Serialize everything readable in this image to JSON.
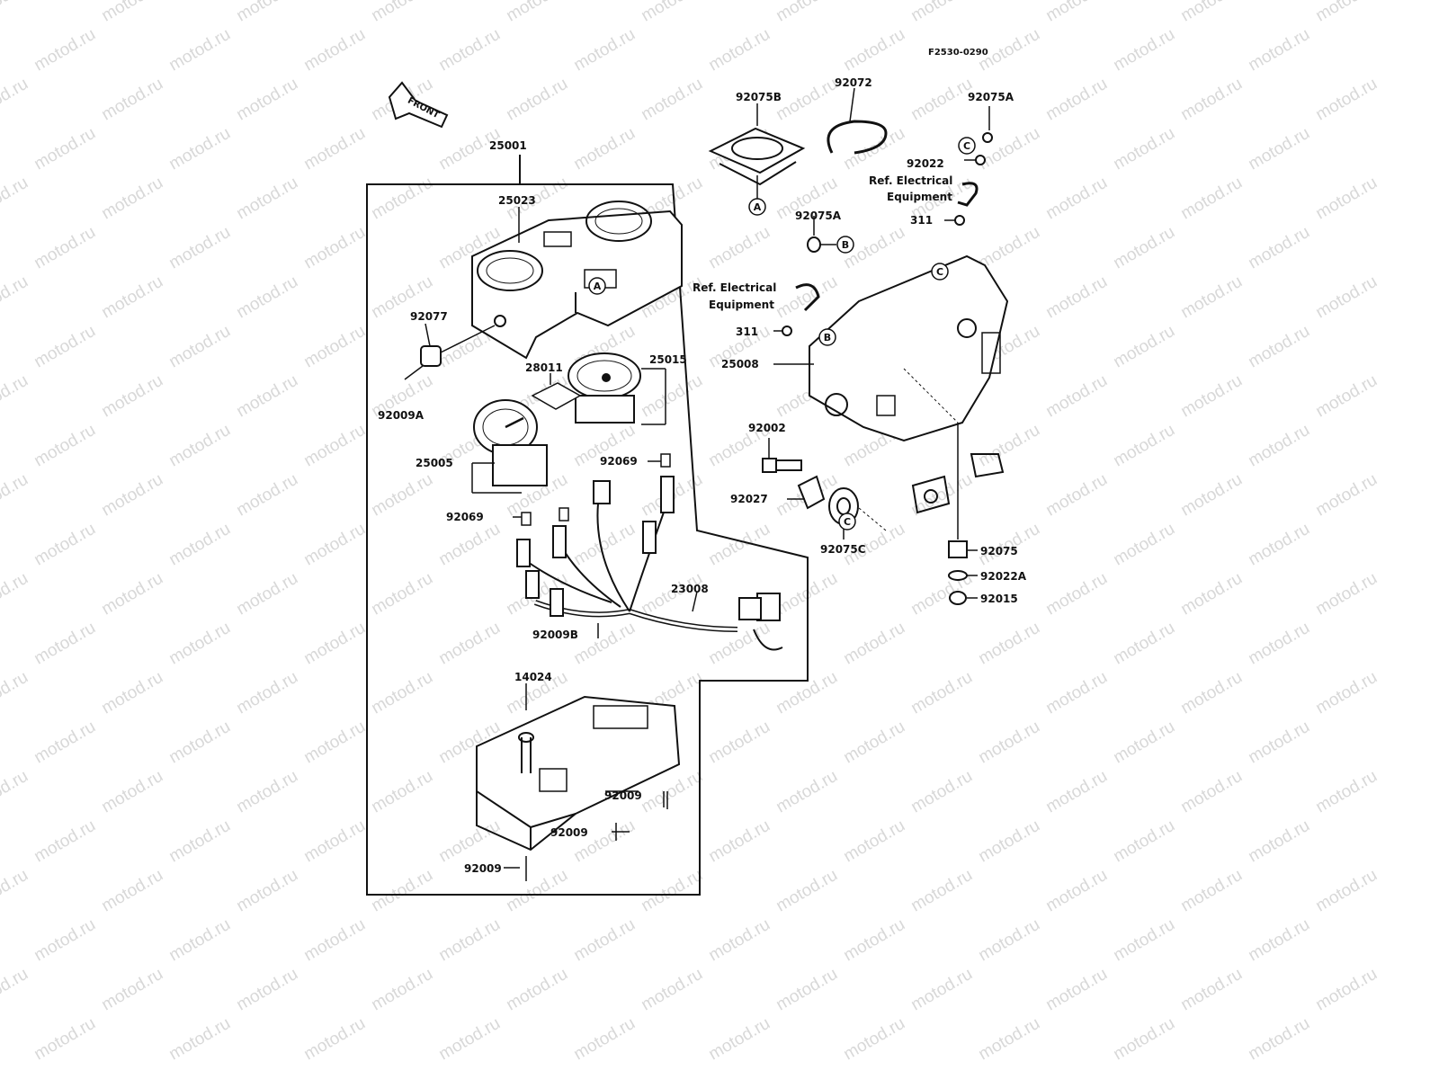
{
  "diagram_code": "F2530-0290",
  "front_label": "FRONT",
  "watermark": "motod.ru",
  "ref_note": "Ref. Electrical Equipment",
  "ref_line1": "Ref. Electrical",
  "ref_line2": "Equipment",
  "callout_letters": [
    "A",
    "B",
    "C"
  ],
  "parts": {
    "p25001": "25001",
    "p25023": "25023",
    "p92077": "92077",
    "p92009A": "92009A",
    "p28011": "28011",
    "p25015": "25015",
    "p25005": "25005",
    "p92069a": "92069",
    "p92069b": "92069",
    "p23008": "23008",
    "p92009B": "92009B",
    "p14024": "14024",
    "p92009a": "92009",
    "p92009b": "92009",
    "p92009c": "92009",
    "p92075B": "92075B",
    "p92072": "92072",
    "p92075A_top": "92075A",
    "p92022": "92022",
    "p311_top": "311",
    "p92075A_mid": "92075A",
    "p311_mid": "311",
    "p25008": "25008",
    "p92002": "92002",
    "p92027": "92027",
    "p92075C": "92075C",
    "p92075": "92075",
    "p92022A": "92022A",
    "p92015": "92015"
  }
}
